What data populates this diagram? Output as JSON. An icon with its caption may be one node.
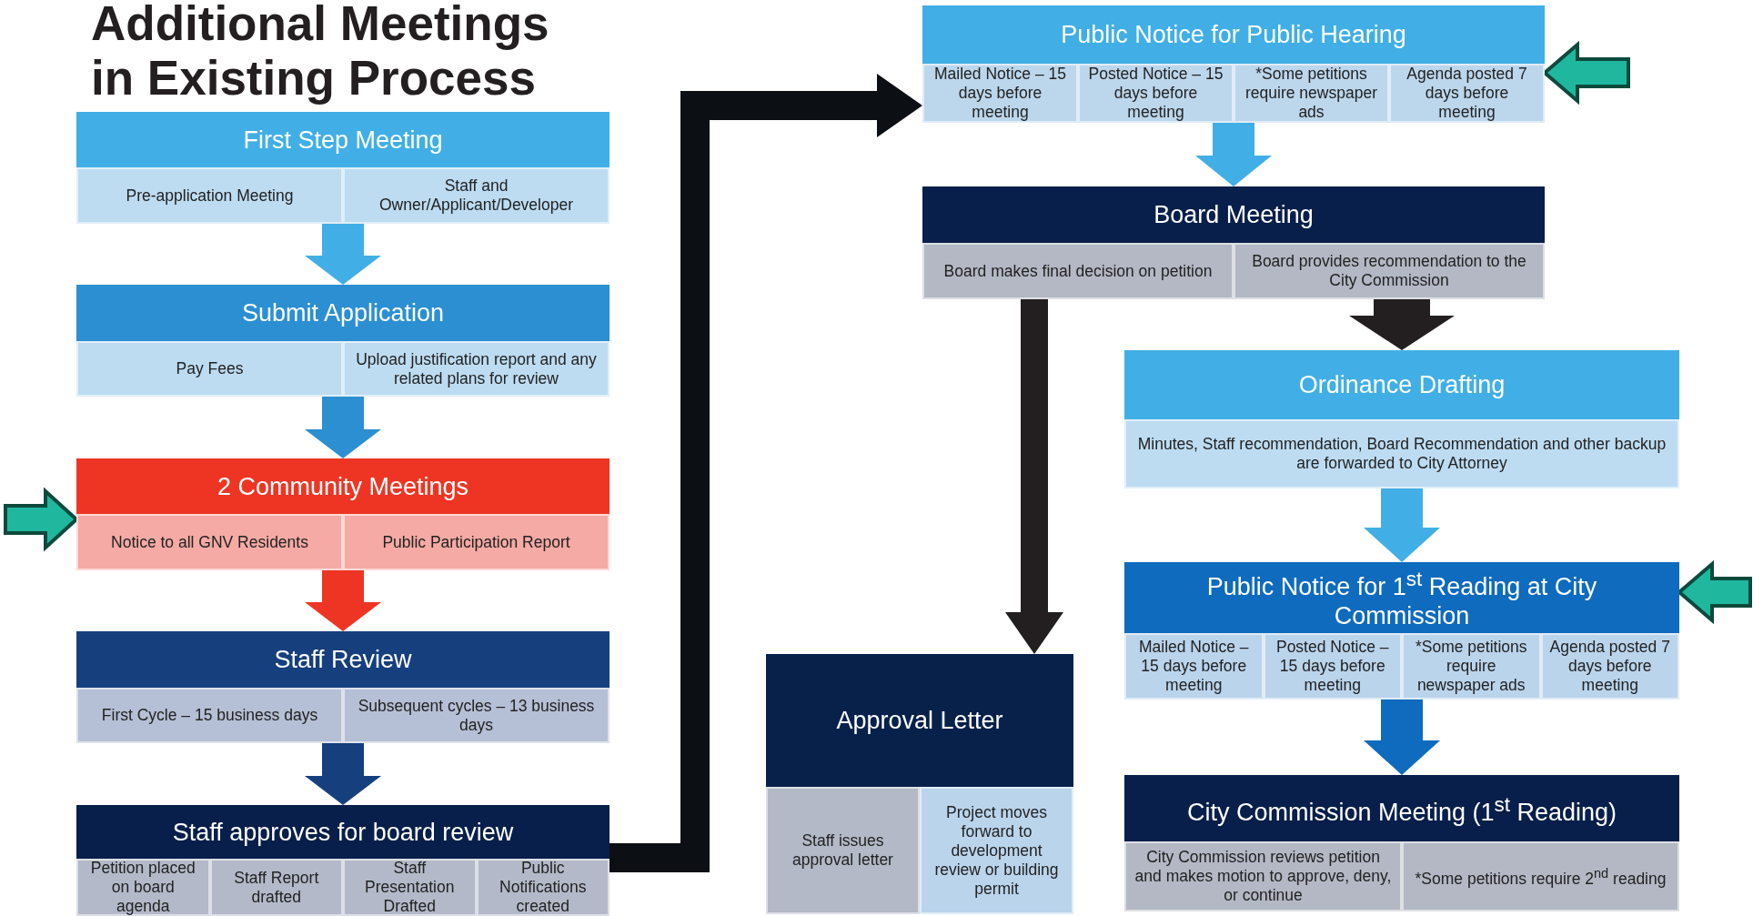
{
  "diagram": {
    "title": "Additional Meetings in Existing Process",
    "nodes": [
      {
        "text": [
          "First Step Meeting"
        ]
      },
      {
        "text": [
          "Pre-application Meeting"
        ],
        "in": 0
      },
      {
        "text": [
          "Staff and Owner/Applicant/Developer"
        ],
        "in": 0
      },
      {
        "text": [
          "Submit Application"
        ]
      },
      {
        "text": [
          "Pay Fees"
        ],
        "in": 3
      },
      {
        "text": [
          "Upload justification report and any related plans for review"
        ],
        "in": 3
      },
      {
        "text": [
          "2 Community Meetings"
        ]
      },
      {
        "text": [
          "Notice to all GNV Residents"
        ],
        "in": 6
      },
      {
        "text": [
          "Public Participation Report"
        ],
        "in": 6
      },
      {
        "text": [
          "Staff Review"
        ]
      },
      {
        "text": [
          "First Cycle – 15 business days"
        ],
        "in": 9
      },
      {
        "text": [
          "Subsequent cycles – 13 business days"
        ],
        "in": 9
      },
      {
        "text": [
          "Staff approves for board review"
        ]
      },
      {
        "text": [
          "Petition placed on board agenda"
        ],
        "in": 12
      },
      {
        "text": [
          "Staff Report drafted"
        ],
        "in": 12
      },
      {
        "text": [
          "Staff Presentation Drafted"
        ],
        "in": 12
      },
      {
        "text": [
          "Public Notifications created"
        ],
        "in": 12
      },
      {
        "text": [
          "Public Notice for Public Hearing"
        ]
      },
      {
        "text": [
          "Mailed Notice – 15 days before meeting"
        ],
        "in": 17
      },
      {
        "text": [
          "Posted Notice – 15 days before meeting"
        ],
        "in": 17
      },
      {
        "text": [
          "*Some petitions require newspaper ads"
        ],
        "in": 17
      },
      {
        "text": [
          "Agenda posted 7 days before meeting"
        ],
        "in": 17
      },
      {
        "text": [
          "Board Meeting"
        ]
      },
      {
        "text": [
          "Board makes final decision on petition"
        ],
        "in": 22
      },
      {
        "text": [
          "Board provides recommendation to the City Commission"
        ],
        "in": 22
      },
      {
        "text": [
          "Approval Letter"
        ]
      },
      {
        "text": [
          "Staff issues approval letter"
        ],
        "in": 25
      },
      {
        "text": [
          "Project moves forward to development review or building permit"
        ],
        "in": 25
      },
      {
        "text": [
          "Ordinance Drafting"
        ]
      },
      {
        "text": [
          "Minutes, Staff recommendation, Board Recommendation and other backup are forwarded to City Attorney"
        ],
        "in": 28
      },
      {
        "text": [
          "Public Notice for 1$^{st}$ Reading at City Commission"
        ]
      },
      {
        "text": [
          "Mailed Notice – 15 days before meeting"
        ],
        "in": 30
      },
      {
        "text": [
          "Posted Notice – 15 days before meeting"
        ],
        "in": 30
      },
      {
        "text": [
          "*Some petitions require newspaper ads"
        ],
        "in": 30
      },
      {
        "text": [
          "Agenda posted 7 days before meeting"
        ],
        "in": 30
      },
      {
        "text": [
          "City Commission Meeting (1$^{st}$ Reading)"
        ]
      },
      {
        "text": [
          "City Commission reviews petition and makes motion to approve, deny, or continue"
        ],
        "in": 35
      },
      {
        "text": [
          "*Some petitions require 2$^{nd}$ reading"
        ],
        "in": 35
      }
    ],
    "edges": [
      {
        "from": 0,
        "to": 3,
        "arrow": "to",
        "color": "#41afe5"
      },
      {
        "from": 3,
        "to": 6,
        "arrow": "to",
        "color": "#2b8fd2"
      },
      {
        "from": 6,
        "to": 9,
        "arrow": "to",
        "color": "#ee3524"
      },
      {
        "from": 9,
        "to": 12,
        "arrow": "to",
        "color": "#163f7e"
      },
      {
        "from": 12,
        "to": 17,
        "arrow": "to",
        "color": "#0c0f14"
      },
      {
        "from": 17,
        "to": 22,
        "arrow": "to",
        "color": "#41afe5"
      },
      {
        "from": 22,
        "to": 25,
        "arrow": "to",
        "color": "#231f20"
      },
      {
        "from": 22,
        "to": 28,
        "arrow": "to",
        "color": "#231f20"
      },
      {
        "from": 28,
        "to": 30,
        "arrow": "to",
        "color": "#41afe5"
      },
      {
        "from": 30,
        "to": 35,
        "arrow": "to",
        "color": "#0f6bbd"
      },
      {
        "from": null,
        "to": 6,
        "arrow": "to",
        "color": "#1fb89f"
      },
      {
        "from": null,
        "to": 17,
        "arrow": "to",
        "color": "#1fb89f"
      },
      {
        "from": null,
        "to": 30,
        "arrow": "to",
        "color": "#1fb89f"
      }
    ]
  }
}
